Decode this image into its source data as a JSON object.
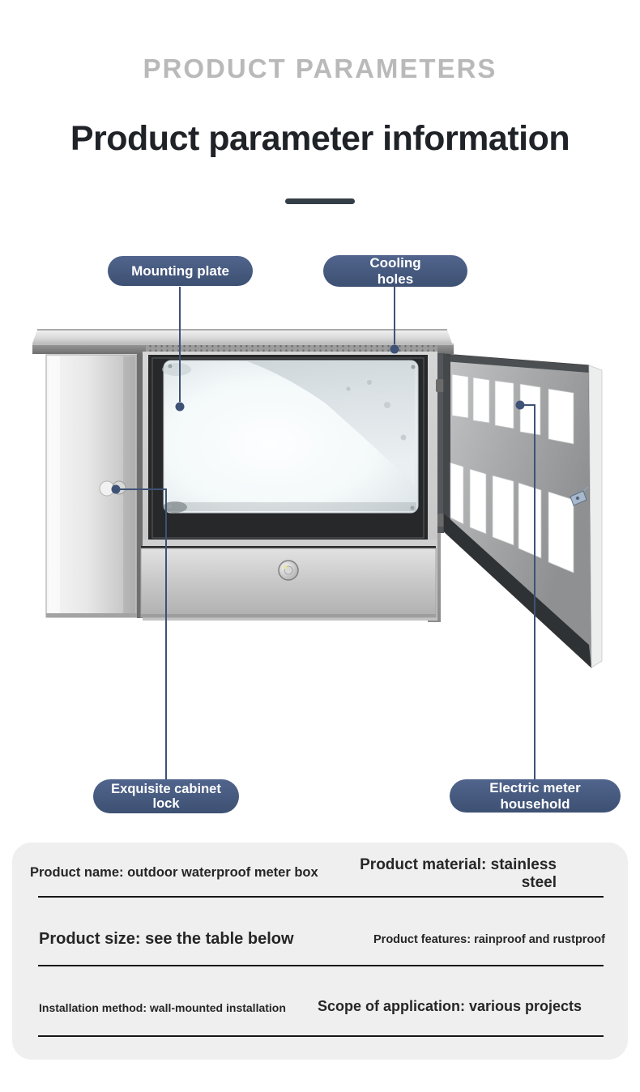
{
  "header": {
    "eyebrow": "PRODUCT PARAMETERS",
    "title": "Product parameter information"
  },
  "callouts": [
    {
      "id": "mounting-plate",
      "label": "Mounting plate"
    },
    {
      "id": "cooling-holes",
      "label": "Cooling\nholes"
    },
    {
      "id": "cabinet-lock",
      "label": "Exquisite cabinet\nlock"
    },
    {
      "id": "meter-household",
      "label": "Electric meter\nhousehold"
    }
  ],
  "figure": {
    "alt": "Stainless steel outdoor waterproof meter box with left door closed, white mounting plate inside, lockable bottom drawer and opened right door perforated with meter windows"
  },
  "specs": {
    "rows": [
      {
        "left": "Product name: outdoor waterproof meter box",
        "right": "Product material: stainless\nsteel"
      },
      {
        "left": "Product size: see the table below",
        "right": "Product features: rainproof and rustproof"
      },
      {
        "left": "Installation method: wall-mounted installation",
        "right": "Scope of application: various projects"
      }
    ]
  },
  "colors": {
    "pill_accent": "#46597e",
    "callout_line": "#3e5276",
    "title_divider": "#333e46",
    "card_background": "#efefef",
    "eyebrow_text": "#b9b9b9",
    "title_text": "#1f2328"
  }
}
